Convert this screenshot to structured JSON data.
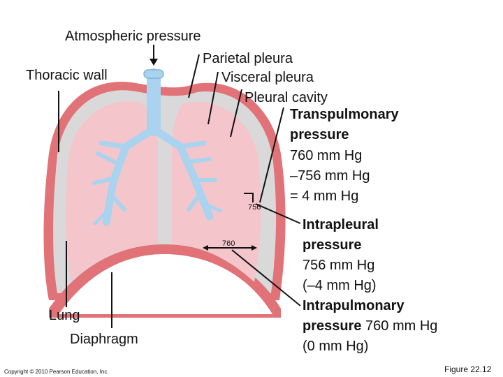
{
  "labels": {
    "atmospheric": "Atmospheric pressure",
    "parietal": "Parietal pleura",
    "thoracic_wall": "Thoracic wall",
    "visceral": "Visceral pleura",
    "pleural_cavity": "Pleural cavity",
    "lung": "Lung",
    "diaphragm": "Diaphragm"
  },
  "transpulmonary": {
    "title_line1": "Transpulmonary",
    "title_line2": "pressure",
    "line1": "760 mm Hg",
    "line2": "–756 mm Hg",
    "line3": "= 4 mm Hg"
  },
  "intrapleural": {
    "title_line1": "Intrapleural",
    "title_line2": "pressure",
    "line1": "756 mm Hg",
    "line2": "(–4 mm Hg)"
  },
  "intrapulmonary": {
    "title_line1": "Intrapulmonary",
    "title_line2": "pressure",
    "value": " 760 mm Hg",
    "line2": "(0 mm Hg)"
  },
  "diagram_values": {
    "pleural_value": "756",
    "lung_value": "760"
  },
  "footer": {
    "copyright": "Copyright © 2010 Pearson Education, Inc.",
    "figure": "Figure 22.12"
  },
  "colors": {
    "wall": "#e07278",
    "pleural_space": "#d9d9d9",
    "lung_tissue": "#f4c6cb",
    "airway": "#a9d3ef",
    "airway_outline": "#7fb6dc"
  }
}
